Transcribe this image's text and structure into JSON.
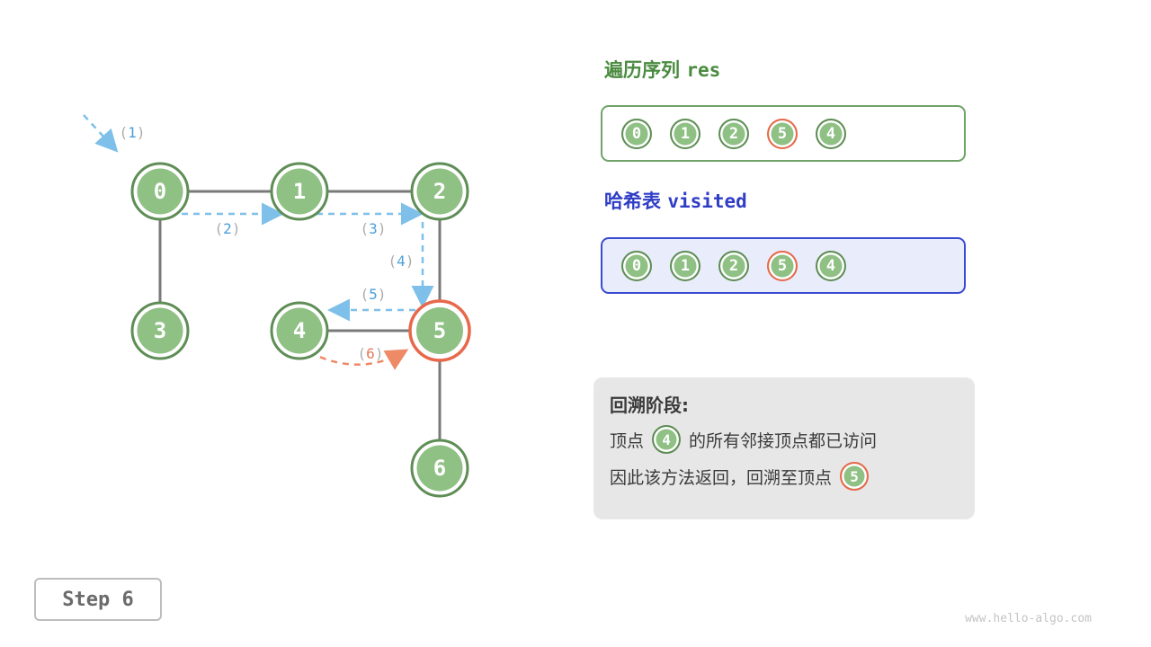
{
  "colors": {
    "node_fill": "#8fc084",
    "node_stroke": "#5e8d55",
    "highlight_ring": "#e8684a",
    "arrow_blue": "#7ec0ea",
    "arrow_orange": "#ee8a66",
    "edge_gray": "#7a7a7a",
    "res_title_green": "#4a8b3f",
    "visited_title_blue": "#2f3dc6"
  },
  "graph": {
    "nodes": [
      {
        "label": "0"
      },
      {
        "label": "1"
      },
      {
        "label": "2"
      },
      {
        "label": "3"
      },
      {
        "label": "4"
      },
      {
        "label": "5",
        "highlighted": true
      },
      {
        "label": "6"
      }
    ],
    "edges": [
      "0-1",
      "1-2",
      "0-3",
      "2-5",
      "4-5",
      "5-6"
    ],
    "markers": [
      {
        "open": "(",
        "num": "1",
        "close": ")"
      },
      {
        "open": "(",
        "num": "2",
        "close": ")"
      },
      {
        "open": "(",
        "num": "3",
        "close": ")"
      },
      {
        "open": "(",
        "num": "4",
        "close": ")"
      },
      {
        "open": "(",
        "num": "5",
        "close": ")"
      },
      {
        "open": "(",
        "num": "6",
        "close": ")"
      }
    ]
  },
  "res_panel": {
    "title_text": "遍历序列",
    "title_code": "res",
    "items": [
      "0",
      "1",
      "2",
      "5",
      "4"
    ],
    "highlighted_index": 3
  },
  "visited_panel": {
    "title_text": "哈希表",
    "title_code": "visited",
    "items": [
      "0",
      "1",
      "2",
      "5",
      "4"
    ],
    "highlighted_index": 3
  },
  "info_box": {
    "heading": "回溯阶段:",
    "line1_prefix": "顶点",
    "line1_node": "4",
    "line1_suffix": "的所有邻接顶点都已访问",
    "line2_prefix": "因此该方法返回，回溯至顶点",
    "line2_node": "5"
  },
  "step_box": {
    "label": "Step 6"
  },
  "watermark": "www.hello-algo.com"
}
